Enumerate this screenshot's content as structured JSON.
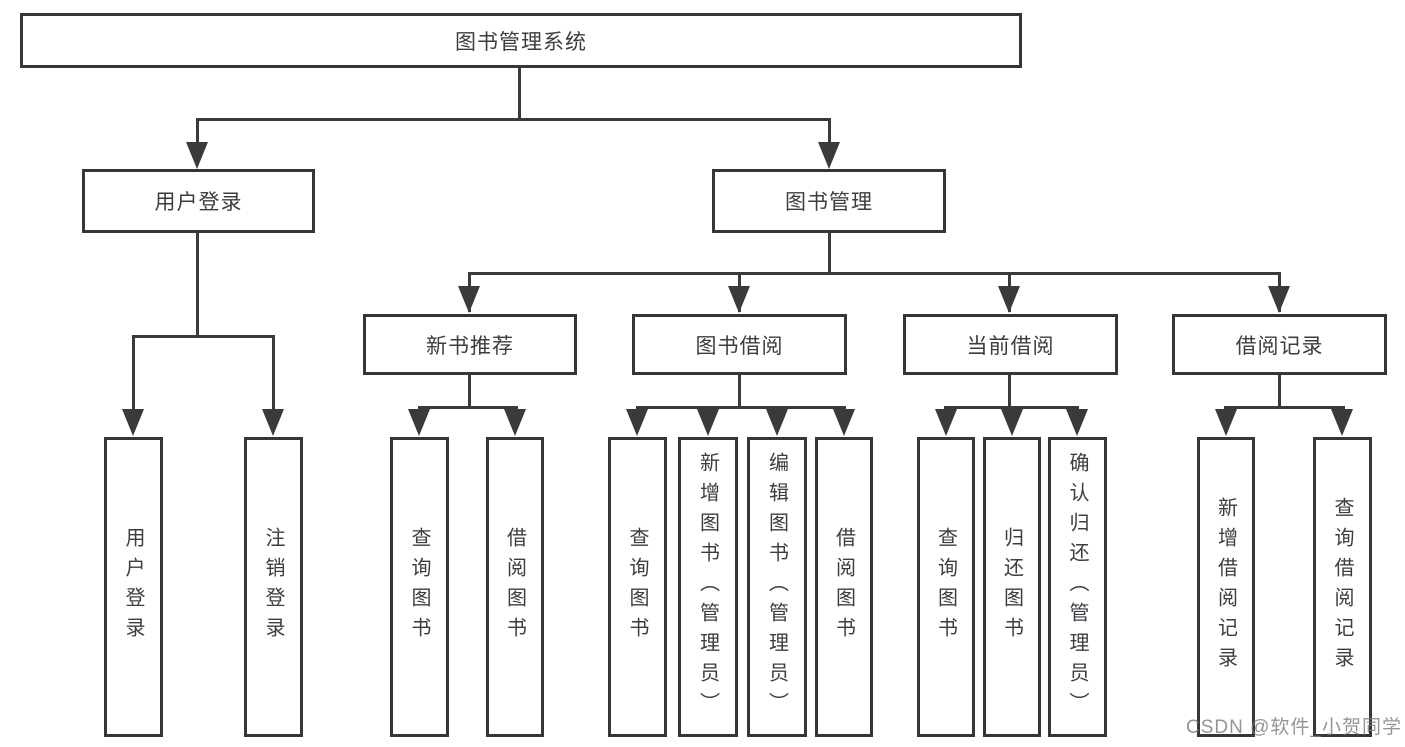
{
  "colors": {
    "background": "#ffffff",
    "line": "#3a3a3a",
    "box_border": "#363636",
    "text": "#3c3d42",
    "watermark_text": "#7d7d85"
  },
  "watermark": "CSDN @软件_小贺同学",
  "tree": {
    "root": "图书管理系统",
    "branches": [
      {
        "label": "用户登录",
        "leaves": [
          "用户登录",
          "注销登录"
        ]
      },
      {
        "label": "图书管理",
        "groups": [
          {
            "label": "新书推荐",
            "leaves": [
              "查询图书",
              "借阅图书"
            ]
          },
          {
            "label": "图书借阅",
            "leaves": [
              "查询图书",
              "新增图书（管理员）",
              "编辑图书（管理员）",
              "借阅图书"
            ]
          },
          {
            "label": "当前借阅",
            "leaves": [
              "查询图书",
              "归还图书",
              "确认归还（管理员）"
            ]
          },
          {
            "label": "借阅记录",
            "leaves": [
              "新增借阅记录",
              "查询借阅记录"
            ]
          }
        ]
      }
    ]
  }
}
